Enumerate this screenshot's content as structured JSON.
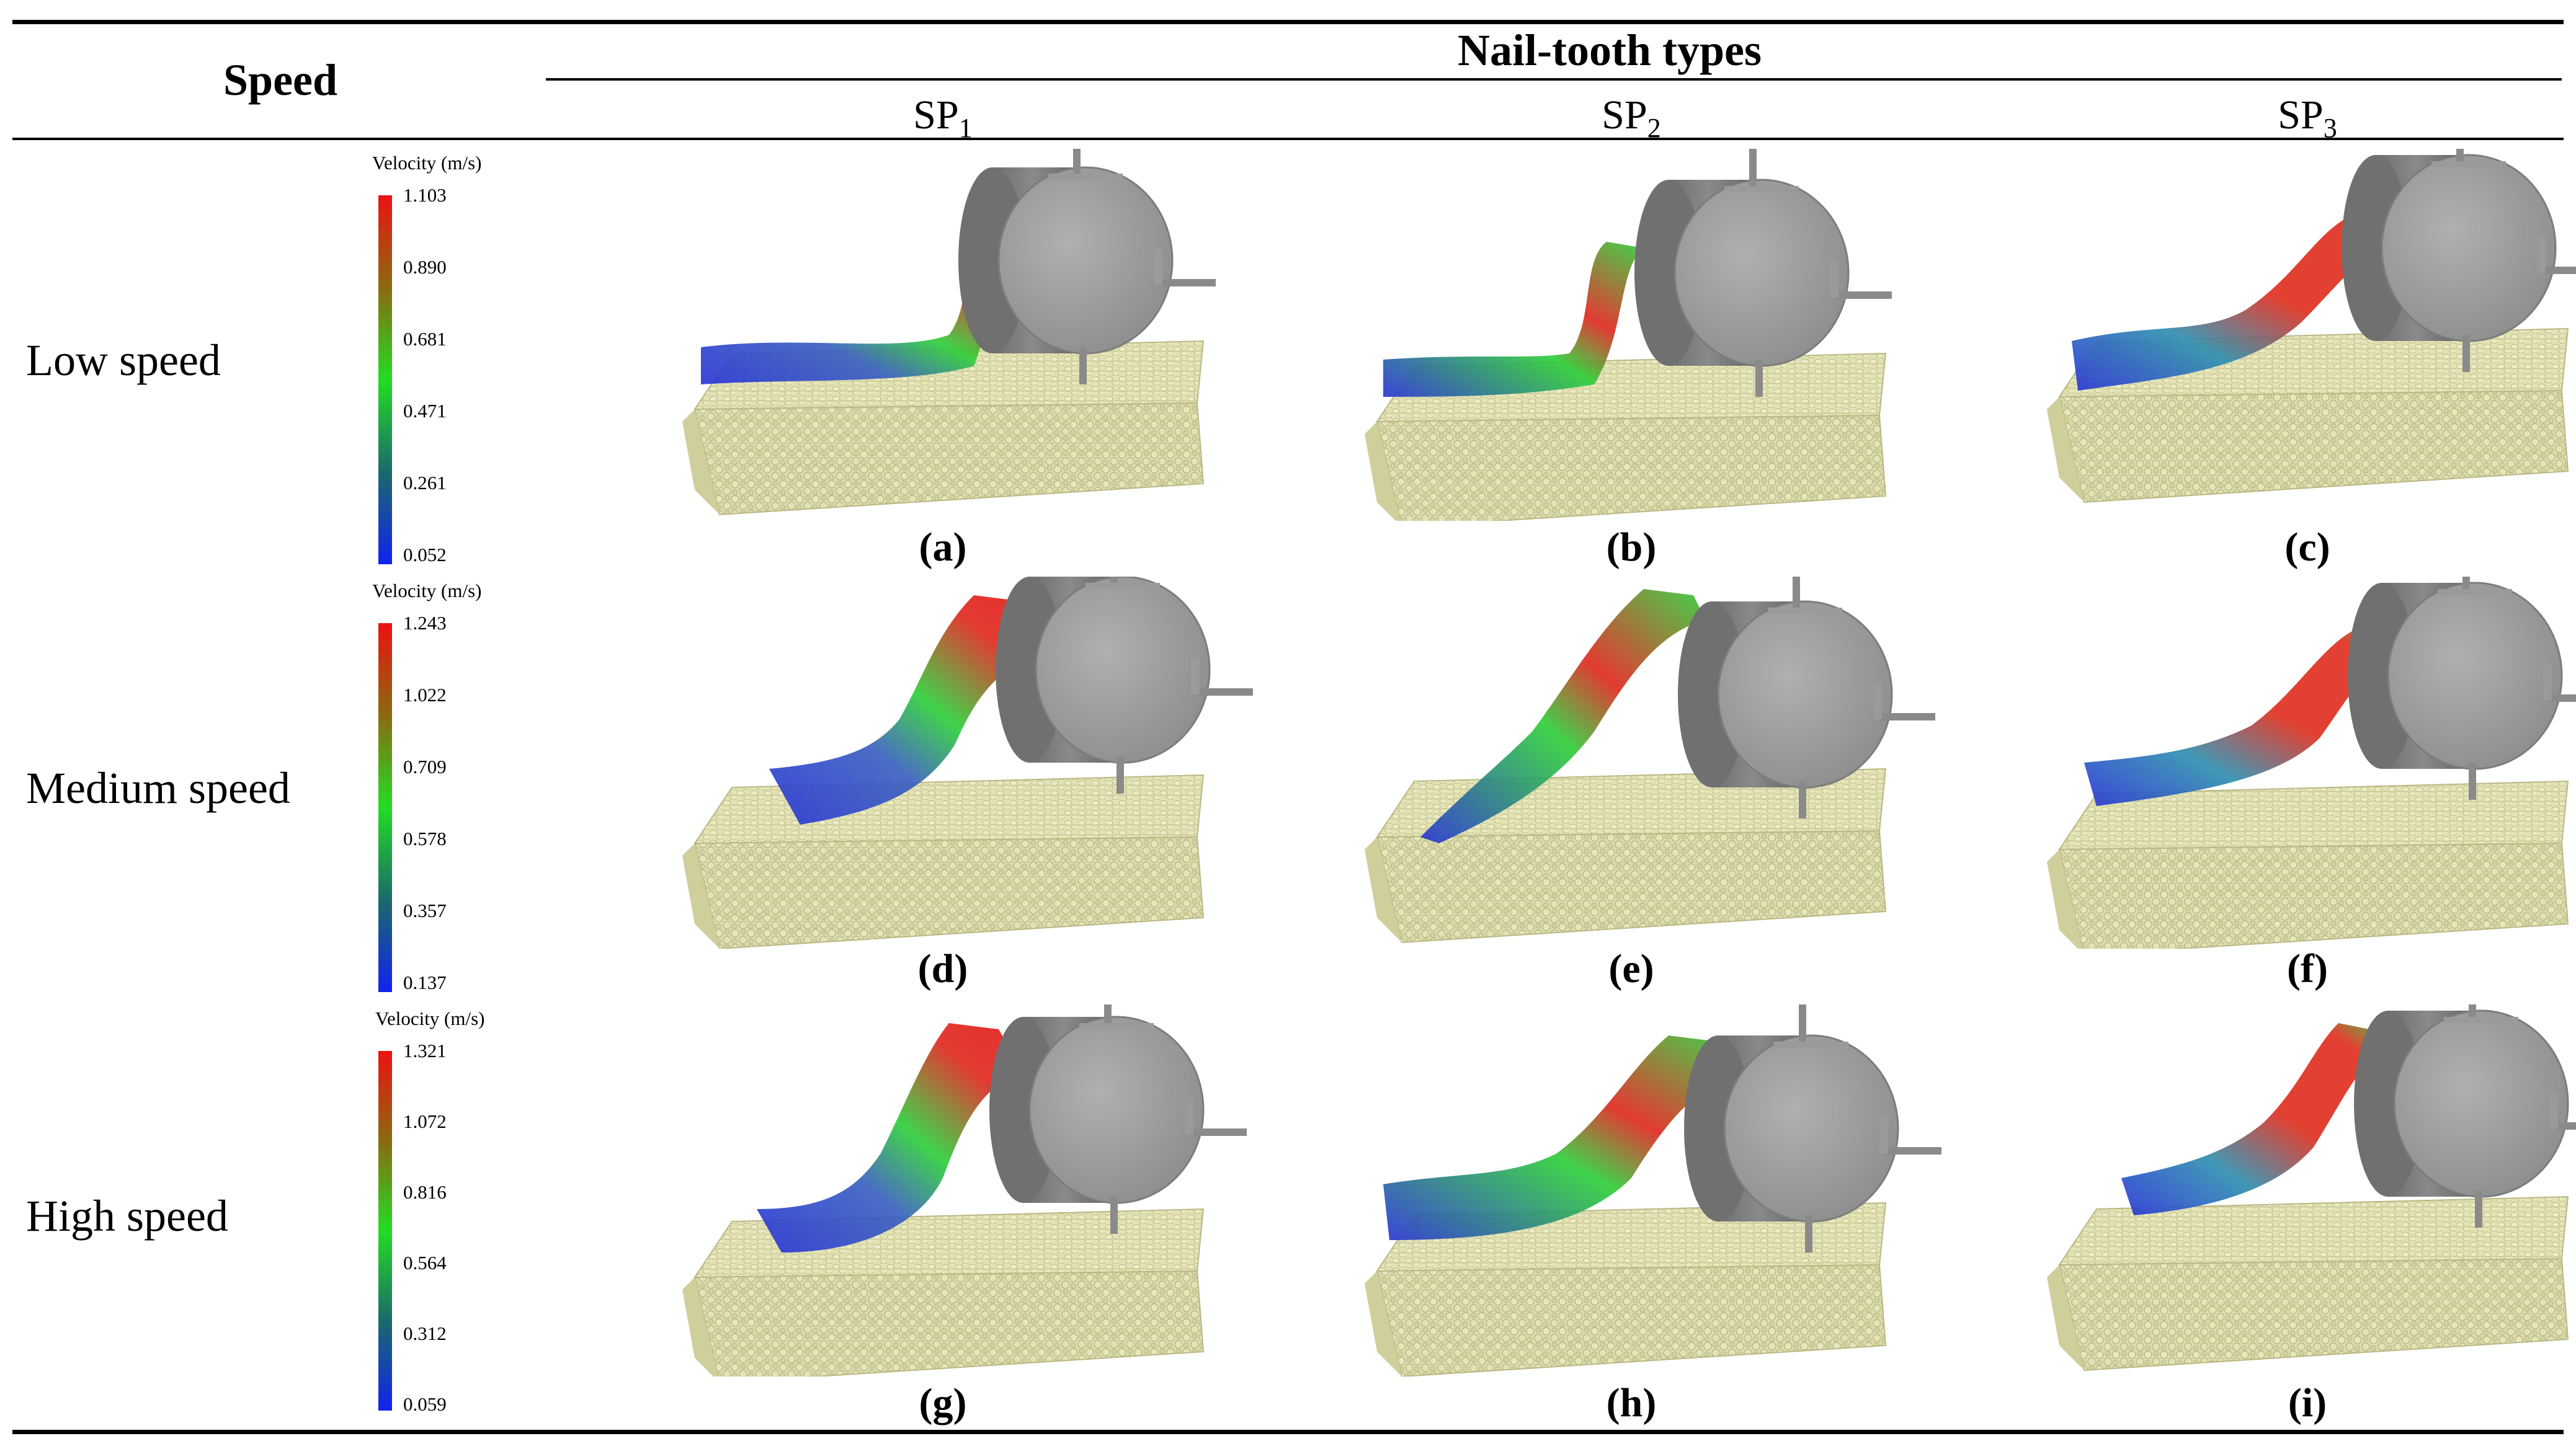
{
  "header": {
    "speed": "Speed",
    "nail_tooth_types": "Nail-tooth types",
    "columns": [
      {
        "base": "SP",
        "sub": "1"
      },
      {
        "base": "SP",
        "sub": "2"
      },
      {
        "base": "SP",
        "sub": "3"
      }
    ]
  },
  "rows": [
    {
      "label": "Low speed",
      "legend": {
        "title": "Velocity (m/s)",
        "ticks": [
          "1.103",
          "0.890",
          "0.681",
          "0.471",
          "0.261",
          "0.052"
        ]
      },
      "panels": [
        "(a)",
        "(b)",
        "(c)"
      ]
    },
    {
      "label": "Medium speed",
      "legend": {
        "title": "Velocity (m/s)",
        "ticks": [
          "1.243",
          "1.022",
          "0.709",
          "0.578",
          "0.357",
          "0.137"
        ]
      },
      "panels": [
        "(d)",
        "(e)",
        "(f)"
      ]
    },
    {
      "label": "High speed",
      "legend": {
        "title": "Velocity (m/s)",
        "ticks": [
          "1.321",
          "1.072",
          "0.816",
          "0.564",
          "0.312",
          "0.059"
        ]
      },
      "panels": [
        "(g)",
        "(h)",
        "(i)"
      ]
    }
  ],
  "colors": {
    "soil": "#d9d9a6",
    "soil_edge": "#b5b580",
    "roller": "#8e8e8e",
    "roller_face": "#a3a3a3",
    "velocity_high": "#e52020",
    "velocity_mid": "#22d93a",
    "velocity_low": "#2230d9"
  }
}
